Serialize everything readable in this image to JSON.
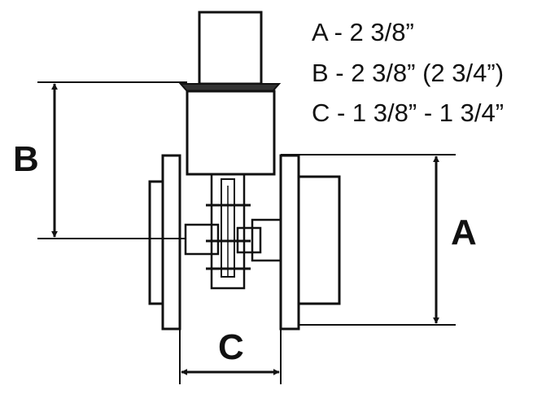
{
  "specs": {
    "a": "A - 2 3/8”",
    "b": "B - 2 3/8” (2 3/4”)",
    "c": "C - 1 3/8” - 1 3/4”"
  },
  "dimensions": {
    "a_label": "A",
    "b_label": "B",
    "c_label": "C"
  }
}
